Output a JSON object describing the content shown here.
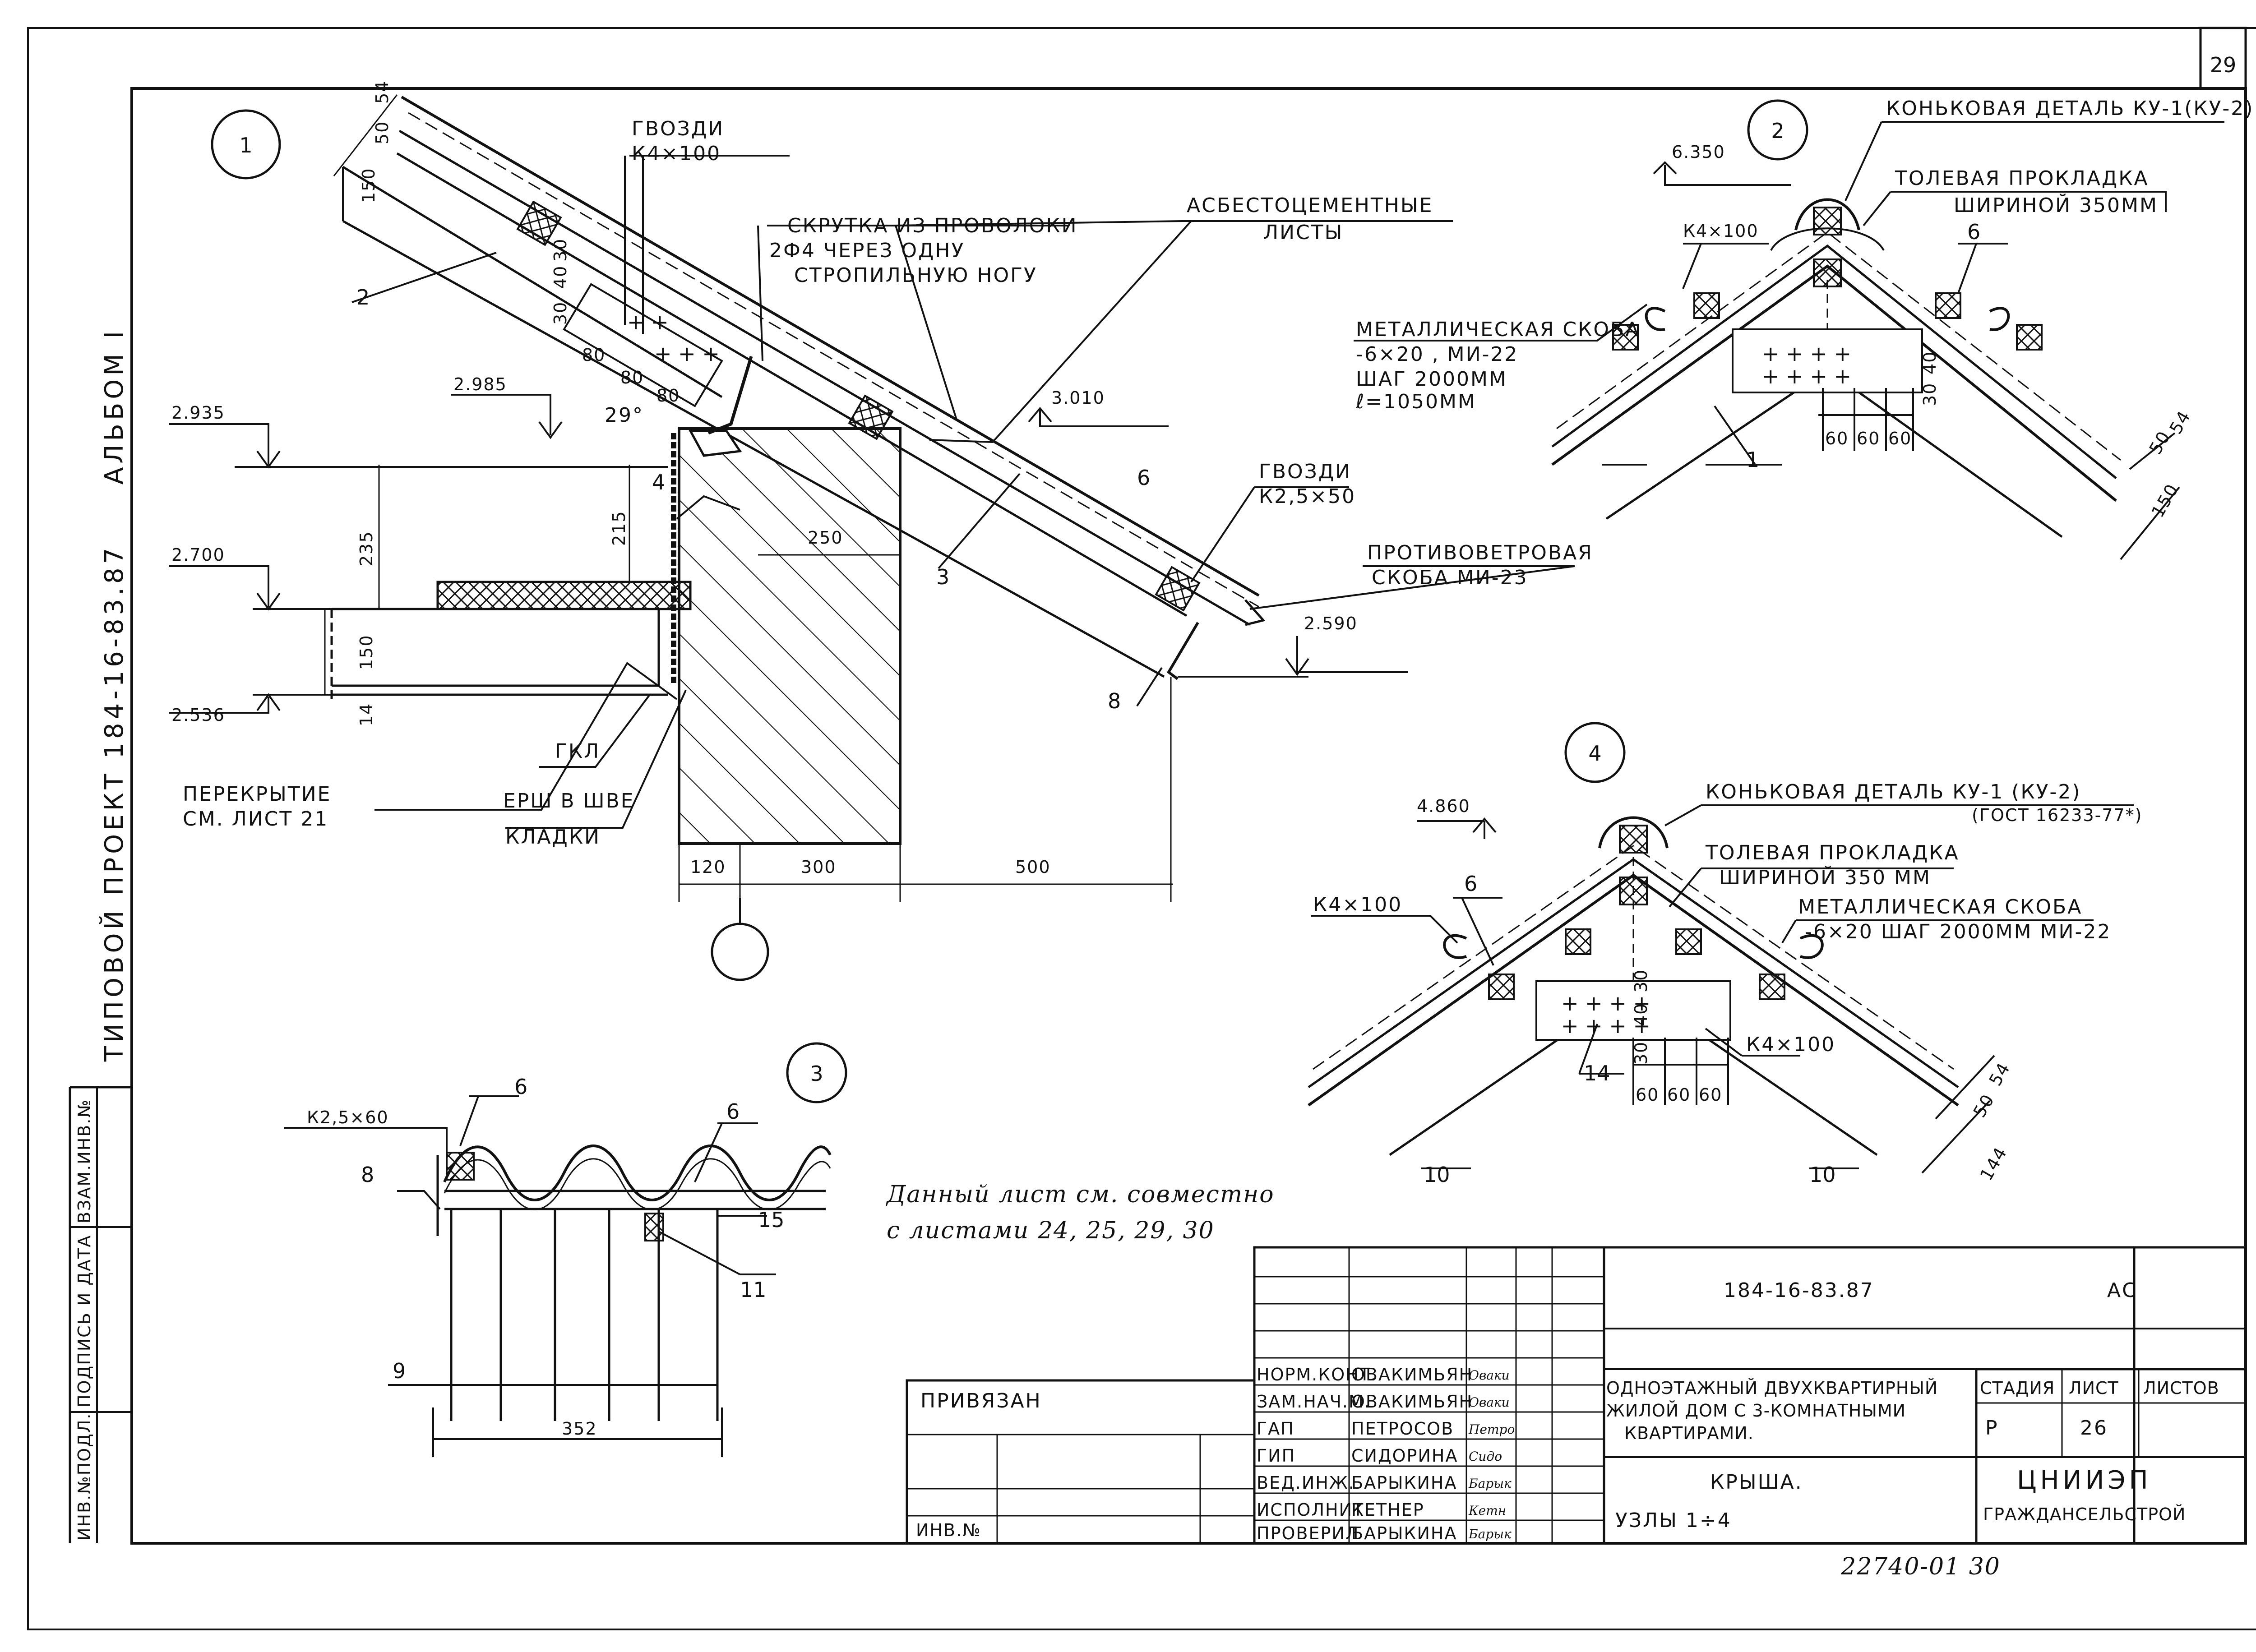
{
  "sheet_number": "29",
  "side": {
    "album": "АЛЬБОМ I",
    "project": "ТИПОВОЙ ПРОЕКТ 184-16-83.87"
  },
  "stamp": [
    "ИНВ.№ПОДЛ.",
    "ПОДПИСЬ И ДАТА",
    "ВЗАМ.ИНВ.№"
  ],
  "node1": {
    "num": "1",
    "nails1": "ГВОЗДИ",
    "nails1_size": "К4×100",
    "twist1": "СКРУТКА ИЗ ПРОВОЛОКИ",
    "twist2": "2Ф4 ЧЕРЕЗ ОДНУ",
    "twist3": "СТРОПИЛЬНУЮ НОГУ",
    "asb1": "АСБЕСТОЦЕМЕНТНЫЕ",
    "asb2": "ЛИСТЫ",
    "nails2": "ГВОЗДИ",
    "nails2_size": "К2,5×50",
    "anti1": "ПРОТИВОВЕТРОВАЯ",
    "anti2": "СКОБА МИ-23",
    "floor1": "ПЕРЕКРЫТИЕ",
    "floor2": "СМ. ЛИСТ 21",
    "gkl": "ГКЛ",
    "ersh1": "ЕРШ В ШВЕ",
    "ersh2": "КЛАДКИ",
    "angle": "29°",
    "elevations": [
      "2.935",
      "2.985",
      "3.010",
      "2.700",
      "2.536",
      "2.590"
    ],
    "dims": [
      "150",
      "50",
      "54",
      "30",
      "40",
      "30",
      "80",
      "80",
      "80",
      "235",
      "215",
      "150",
      "14",
      "250",
      "120",
      "300",
      "500"
    ],
    "callouts": [
      "2",
      "3",
      "4",
      "6",
      "8"
    ]
  },
  "node2": {
    "num": "2",
    "ridge": "КОНЬКОВАЯ ДЕТАЛЬ КУ-1(КУ-2)",
    "pad1": "ТОЛЕВАЯ ПРОКЛАДКА",
    "pad2": "ШИРИНОЙ 350ММ",
    "elev": "6.350",
    "nail": "К4×100",
    "clip1": "МЕТАЛЛИЧЕСКАЯ СКОБА",
    "clip2": "-6×20 , МИ-22",
    "clip3": "ШАГ 2000ММ",
    "clip4": "ℓ=1050ММ",
    "dims": [
      "60",
      "60",
      "60",
      "30",
      "40",
      "50",
      "54",
      "150"
    ],
    "callouts": [
      "1",
      "6"
    ]
  },
  "node3": {
    "num": "3",
    "nail": "К2,5×60",
    "dim": "352",
    "callouts": [
      "6",
      "6",
      "8",
      "9",
      "11",
      "15"
    ]
  },
  "node4": {
    "num": "4",
    "ridge1": "КОНЬКОВАЯ ДЕТАЛЬ КУ-1 (КУ-2)",
    "ridge2": "(ГОСТ 16233-77*)",
    "pad1": "ТОЛЕВАЯ ПРОКЛАДКА",
    "pad2": "ШИРИНОЙ 350 ММ",
    "clip1": "МЕТАЛЛИЧЕСКАЯ СКОБА",
    "clip2": "-6×20  ШАГ 2000ММ  МИ-22",
    "elev": "4.860",
    "nail_left": "К4×100",
    "nail_right": "К4×100",
    "dims": [
      "30",
      "40",
      "30",
      "60",
      "60",
      "60",
      "50",
      "54",
      "144"
    ],
    "callouts": [
      "6",
      "14",
      "10",
      "10"
    ]
  },
  "note1": "Данный лист см. совместно",
  "note2": "с листами 24, 25, 29, 30",
  "title_block": {
    "code": "184-16-83.87",
    "mark": "АС",
    "desc1": "ОДНОЭТАЖНЫЙ ДВУХКВАРТИРНЫЙ",
    "desc2": "ЖИЛОЙ ДОМ С 3-КОМНАТНЫМИ",
    "desc3": "КВАРТИРАМИ.",
    "stage_h": "СТАДИЯ",
    "sheet_h": "ЛИСТ",
    "sheets_h": "ЛИСТОВ",
    "stage": "Р",
    "sheet": "26",
    "name1": "КРЫША.",
    "name2": "УЗЛЫ  1÷4",
    "org1": "ЦНИИЭП",
    "org2": "ГРАЖДАНСЕЛЬСТРОЙ",
    "privyazan": "ПРИВЯЗАН",
    "inv": "ИНВ.№",
    "roles": [
      {
        "role": "НОРМ.КОНТ.",
        "name": "ОВАКИМЬЯН",
        "sig": "Оваки"
      },
      {
        "role": "ЗАМ.НАЧ.М.",
        "name": "ОВАКИМЬЯН",
        "sig": "Оваки"
      },
      {
        "role": "ГАП",
        "name": "ПЕТРОСОВ",
        "sig": "Петро"
      },
      {
        "role": "ГИП",
        "name": "СИДОРИНА",
        "sig": "Сидо"
      },
      {
        "role": "ВЕД.ИНЖ.",
        "name": "БАРЫКИНА",
        "sig": "Барык"
      },
      {
        "role": "ИСПОЛНИТ.",
        "name": "КЕТНЕР",
        "sig": "Кетн"
      },
      {
        "role": "ПРОВЕРИЛ",
        "name": "БАРЫКИНА",
        "sig": "Барык"
      }
    ]
  },
  "archive_no": "22740-01  30"
}
